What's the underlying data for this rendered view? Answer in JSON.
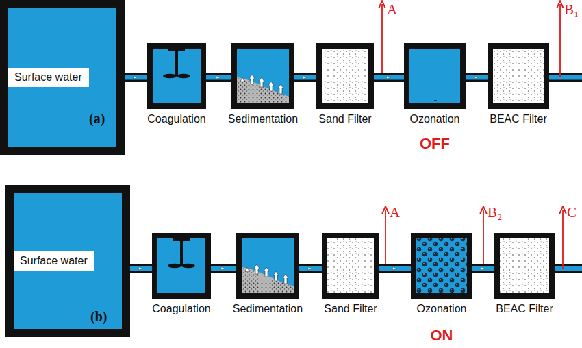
{
  "diagram": {
    "nodes": [
      {
        "text": [
          "Surface water",
          "(a)"
        ]
      },
      {
        "text": [
          "Coagulation"
        ]
      },
      {
        "text": [
          "Sedimentation"
        ]
      },
      {
        "text": [
          "Sand Filter"
        ]
      },
      {
        "text": [
          "Ozonation"
        ]
      },
      {
        "text": [
          "BEAC Filter"
        ]
      },
      {
        "text": [
          "Surface water",
          "(b)"
        ]
      },
      {
        "text": [
          "Coagulation"
        ]
      },
      {
        "text": [
          "Sedimentation"
        ]
      },
      {
        "text": [
          "Sand Filter"
        ]
      },
      {
        "text": [
          "Ozonation"
        ]
      },
      {
        "text": [
          "BEAC Filter"
        ]
      }
    ],
    "edges": [
      {
        "from": 0,
        "to": 1,
        "arrow": "to"
      },
      {
        "from": 1,
        "to": 2,
        "arrow": "to"
      },
      {
        "from": 2,
        "to": 3,
        "arrow": "to"
      },
      {
        "from": 3,
        "to": 4,
        "arrow": "to"
      },
      {
        "from": 4,
        "to": 5,
        "arrow": "to"
      },
      {
        "from": 6,
        "to": 7,
        "arrow": "to"
      },
      {
        "from": 7,
        "to": 8,
        "arrow": "to"
      },
      {
        "from": 8,
        "to": 9,
        "arrow": "to"
      },
      {
        "from": 9,
        "to": 10,
        "arrow": "to"
      },
      {
        "from": 10,
        "to": 11,
        "arrow": "to"
      }
    ],
    "labels": [
      "A",
      "B₁",
      "OFF",
      "A",
      "B₂",
      "C",
      "ON"
    ]
  }
}
